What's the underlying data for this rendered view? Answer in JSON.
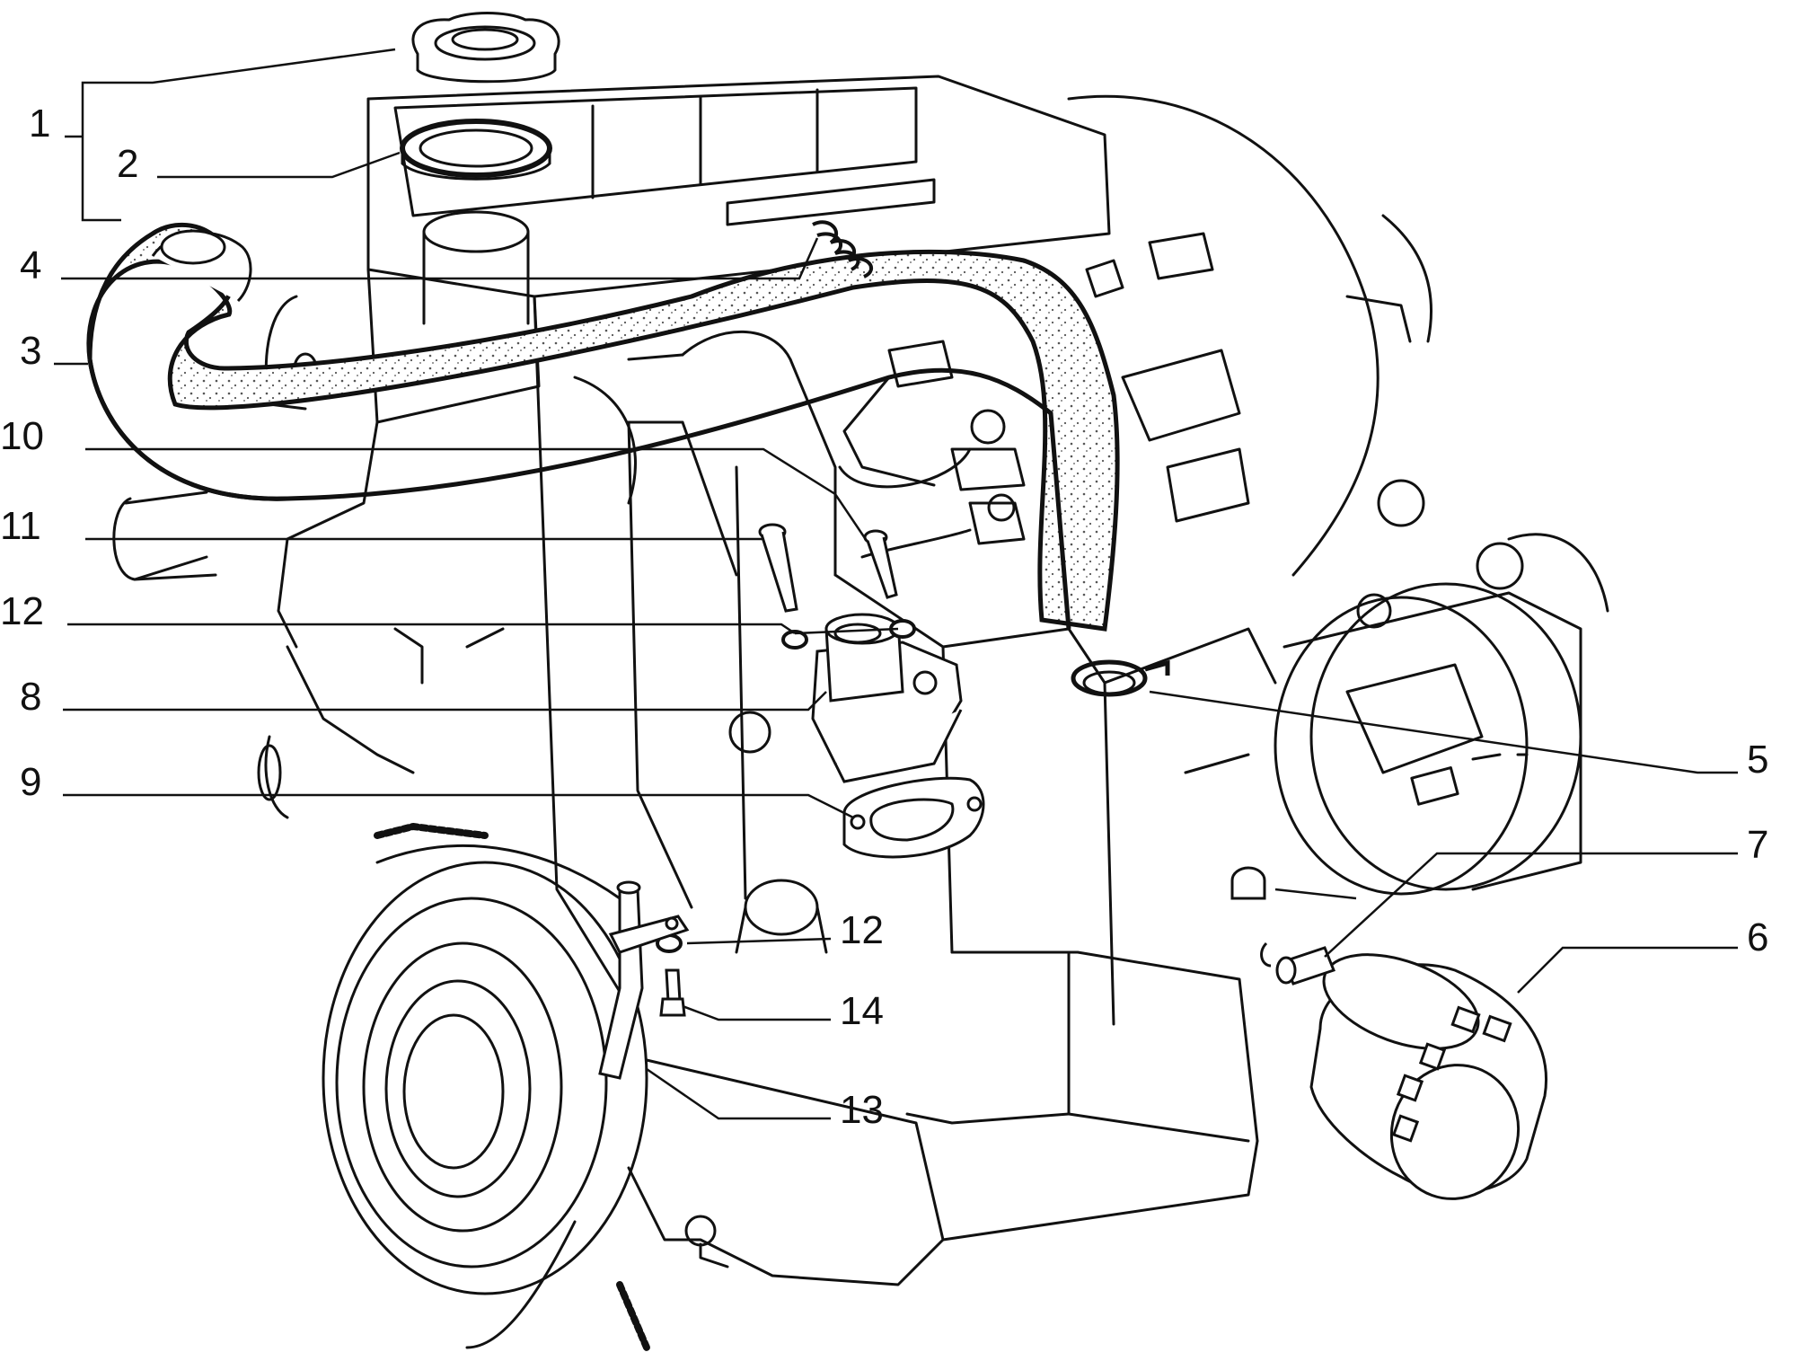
{
  "diagram": {
    "colors": {
      "ink": "#111111",
      "paper": "#ffffff",
      "foam": "#777777"
    },
    "callouts": {
      "c1": "1",
      "c2": "2",
      "c3": "3",
      "c4": "4",
      "c5": "5",
      "c6": "6",
      "c7": "7",
      "c8": "8",
      "c9": "9",
      "c10": "10",
      "c11": "11",
      "c12a": "12",
      "c12b": "12",
      "c13": "13",
      "c14": "14"
    }
  }
}
